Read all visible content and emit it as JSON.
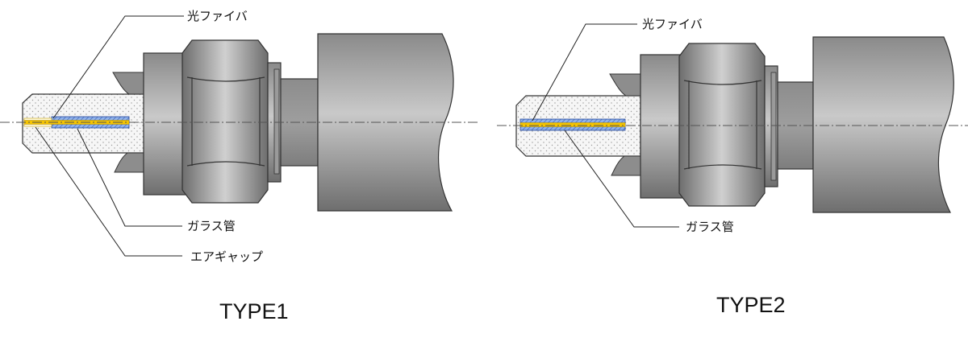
{
  "diagram": {
    "type1": {
      "title": "TYPE1",
      "labels": {
        "optical_fiber": "光ファイバ",
        "glass_tube": "ガラス管",
        "air_gap": "エアギャップ"
      }
    },
    "type2": {
      "title": "TYPE2",
      "labels": {
        "optical_fiber": "光ファイバ",
        "glass_tube": "ガラス管"
      }
    },
    "colors": {
      "metal_dark": "#7a7a7a",
      "metal_light": "#d8d8d8",
      "probe_fill": "#f4f4f4",
      "glass_tube": "#7fa3e0",
      "fiber": "#f5c400",
      "air_gap": "#fffbe6"
    }
  }
}
